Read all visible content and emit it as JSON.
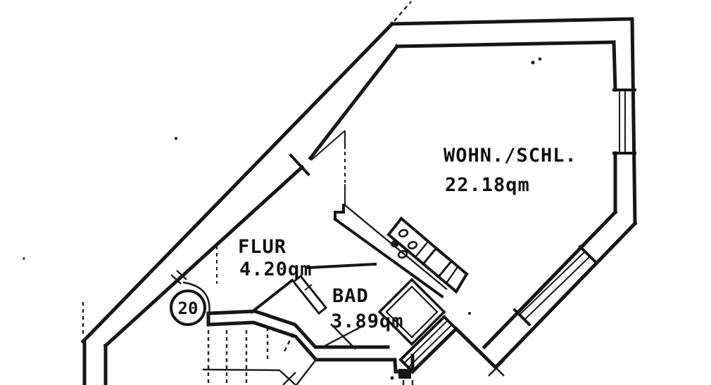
{
  "plan": {
    "rooms": [
      {
        "name": "WOHN./SCHL.",
        "area": "22.18qm"
      },
      {
        "name": "FLUR",
        "area": "4.20qm"
      },
      {
        "name": "BAD",
        "area": "3.89qm"
      }
    ],
    "unit_badge": {
      "number": "20"
    },
    "fixtures": {
      "kitchen": "kitchenette with stove burners and sink",
      "bath": "shower square, wc block",
      "stairs": "stairwell treads (dashed)"
    },
    "colors": {
      "ink": "#161616",
      "paper": "#ffffff"
    }
  }
}
